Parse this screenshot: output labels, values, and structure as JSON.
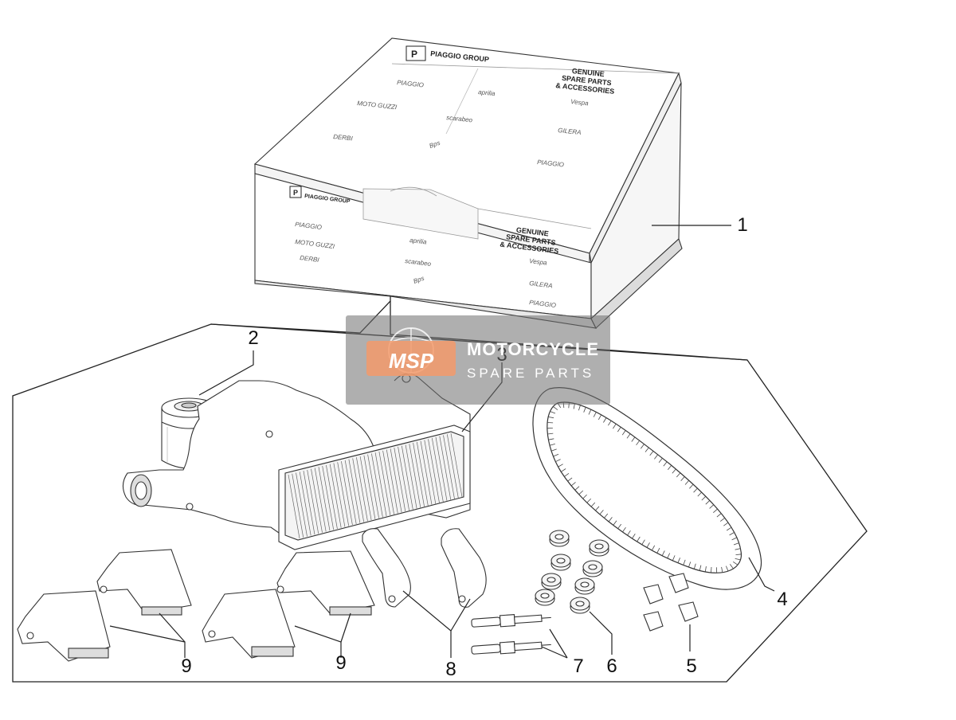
{
  "diagram": {
    "callouts": [
      {
        "id": "1",
        "label": "1"
      },
      {
        "id": "2",
        "label": "2"
      },
      {
        "id": "3",
        "label": "3"
      },
      {
        "id": "4",
        "label": "4"
      },
      {
        "id": "5",
        "label": "5"
      },
      {
        "id": "6",
        "label": "6"
      },
      {
        "id": "7",
        "label": "7"
      },
      {
        "id": "8",
        "label": "8"
      },
      {
        "id": "9a",
        "label": "9"
      },
      {
        "id": "9b",
        "label": "9"
      }
    ],
    "box": {
      "top_logo": "PIAGGIO GROUP",
      "top_line1": "GENUINE",
      "top_line2": "SPARE PARTS",
      "top_line3": "& ACCESSORIES",
      "brands_top": [
        "PIAGGIO",
        "aprilia",
        "Vespa",
        "MOTO GUZZI",
        "scarabeo",
        "GILERA",
        "DERBI",
        "Bps",
        "PIAGGIO"
      ],
      "front_logo": "PIAGGIO GROUP",
      "front_line1": "GENUINE",
      "front_line2": "SPARE PARTS",
      "front_line3": "& ACCESSORIES",
      "brands_front": [
        "PIAGGIO",
        "MOTO GUZZI",
        "DERBI",
        "aprilia",
        "scarabeo",
        "Bps",
        "Vespa",
        "GILERA",
        "PIAGGIO"
      ]
    },
    "watermark": {
      "logo": "MSP",
      "line1": "MOTORCYCLE",
      "line2": "SPARE PARTS"
    }
  }
}
